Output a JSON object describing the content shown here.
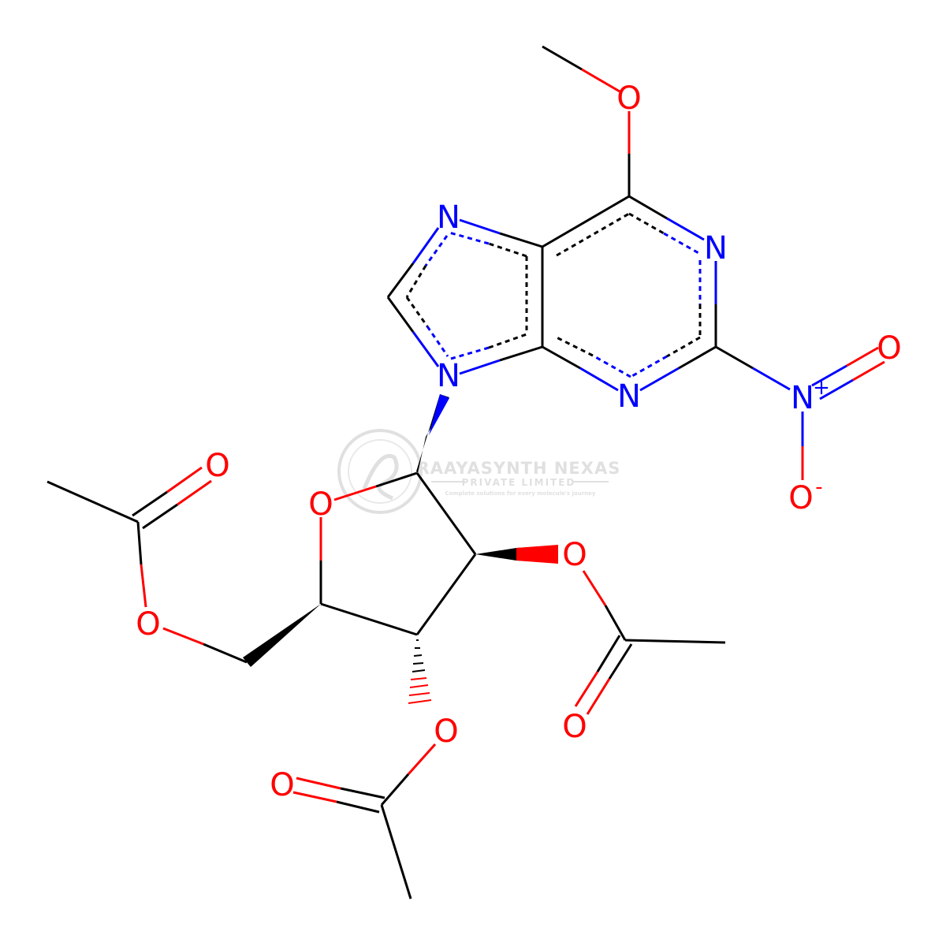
{
  "colors": {
    "carbon": "#000000",
    "nitrogen": "#0000FF",
    "oxygen": "#FF0000",
    "background": "#FFFFFF",
    "watermark": "#C8C8C8"
  },
  "watermark": {
    "company": "RAAYASYNTH NEXAS",
    "subtitle": "PRIVATE LIMITED",
    "tagline": "Complete solutions for every molecule's journey"
  },
  "atoms": {
    "n_imidazole_top": "N",
    "n_pyrimidine_right": "N",
    "n_pyrimidine_bottom": "N",
    "n_glycosidic": "N",
    "n_nitro": "N",
    "n_nitro_charge": "+",
    "o_methoxy": "O",
    "o_nitro_double": "O",
    "o_nitro_anion": "O",
    "o_nitro_anion_charge": "-",
    "o_ring": "O",
    "o_acetyl_left_carbonyl": "O",
    "o_acetyl_left_ester": "O",
    "o_acetyl_mid_ester": "O",
    "o_acetyl_mid_carbonyl": "O",
    "o_acetyl_bottom_ester": "O",
    "o_acetyl_bottom_carbonyl": "O"
  }
}
